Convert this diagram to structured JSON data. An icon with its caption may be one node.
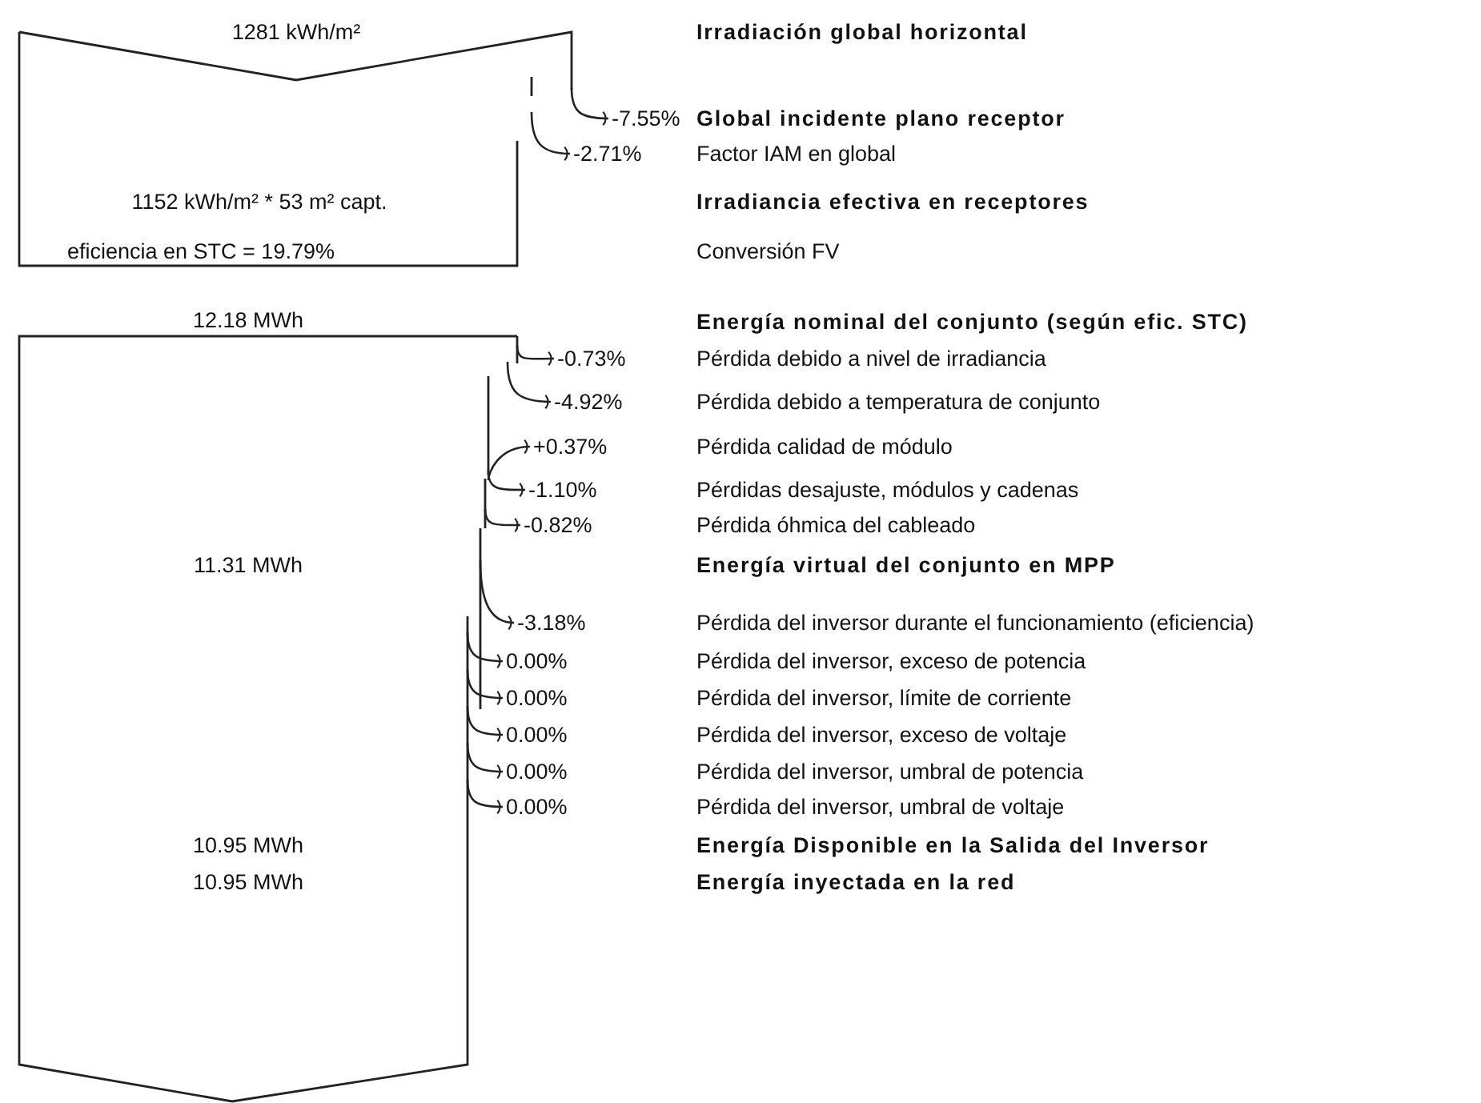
{
  "diagram": {
    "nodes": [
      {
        "text": [
          "1281 kWh/m²",
          "1152 kWh/m² * 53 m² capt."
        ]
      },
      {
        "text": [
          "-7.55%"
        ]
      },
      {
        "text": [
          "-2.71%"
        ]
      },
      {
        "text": [
          "12.18 MWh",
          "11.31 MWh",
          "10.95 MWh",
          "10.95 MWh"
        ]
      },
      {
        "text": [
          "-0.73%"
        ]
      },
      {
        "text": [
          "-4.92%"
        ]
      },
      {
        "text": [
          "+0.37%"
        ]
      },
      {
        "text": [
          "-1.10%"
        ]
      },
      {
        "text": [
          "-0.82%"
        ]
      },
      {
        "text": [
          "-3.18%"
        ]
      },
      {
        "text": [
          "0.00%"
        ]
      },
      {
        "text": [
          "0.00%"
        ]
      },
      {
        "text": [
          "0.00%"
        ]
      },
      {
        "text": [
          "0.00%"
        ]
      },
      {
        "text": [
          "0.00%"
        ]
      }
    ],
    "edges": [
      {
        "from": 0,
        "to": 1,
        "arrow": "to"
      },
      {
        "from": 0,
        "to": 2,
        "arrow": "to"
      },
      {
        "from": 3,
        "to": 4,
        "arrow": "to"
      },
      {
        "from": 3,
        "to": 5,
        "arrow": "to"
      },
      {
        "from": 3,
        "to": 6,
        "arrow": "to"
      },
      {
        "from": 3,
        "to": 7,
        "arrow": "to"
      },
      {
        "from": 3,
        "to": 8,
        "arrow": "to"
      },
      {
        "from": 3,
        "to": 9,
        "arrow": "to"
      },
      {
        "from": 3,
        "to": 10,
        "arrow": "to"
      },
      {
        "from": 3,
        "to": 11,
        "arrow": "to"
      },
      {
        "from": 3,
        "to": 12,
        "arrow": "to"
      },
      {
        "from": 3,
        "to": 13,
        "arrow": "to"
      },
      {
        "from": 3,
        "to": 14,
        "arrow": "to"
      }
    ],
    "labels": [
      "Irradiación global horizontal",
      "Global incidente plano receptor",
      "Factor IAM en global",
      "Irradiancia efectiva en receptores",
      "eficiencia en STC = 19.79%",
      "Conversión FV",
      "Energía nominal del conjunto (según efic. STC)",
      "Pérdida debido a nivel de irradiancia",
      "Pérdida debido a temperatura de conjunto",
      "Pérdida calidad de módulo",
      "Pérdidas desajuste, módulos y cadenas",
      "Pérdida óhmica del cableado",
      "Energía virtual del conjunto en MPP",
      "Pérdida del inversor durante el funcionamiento (eficiencia)",
      "Pérdida del inversor, exceso de potencia",
      "Pérdida del inversor, límite de corriente",
      "Pérdida del inversor, exceso de voltaje",
      "Pérdida del inversor, umbral de potencia",
      "Pérdida del inversor, umbral de voltaje",
      "Energía Disponible en la Salida del Inversor",
      "Energía inyectada en la red"
    ]
  }
}
